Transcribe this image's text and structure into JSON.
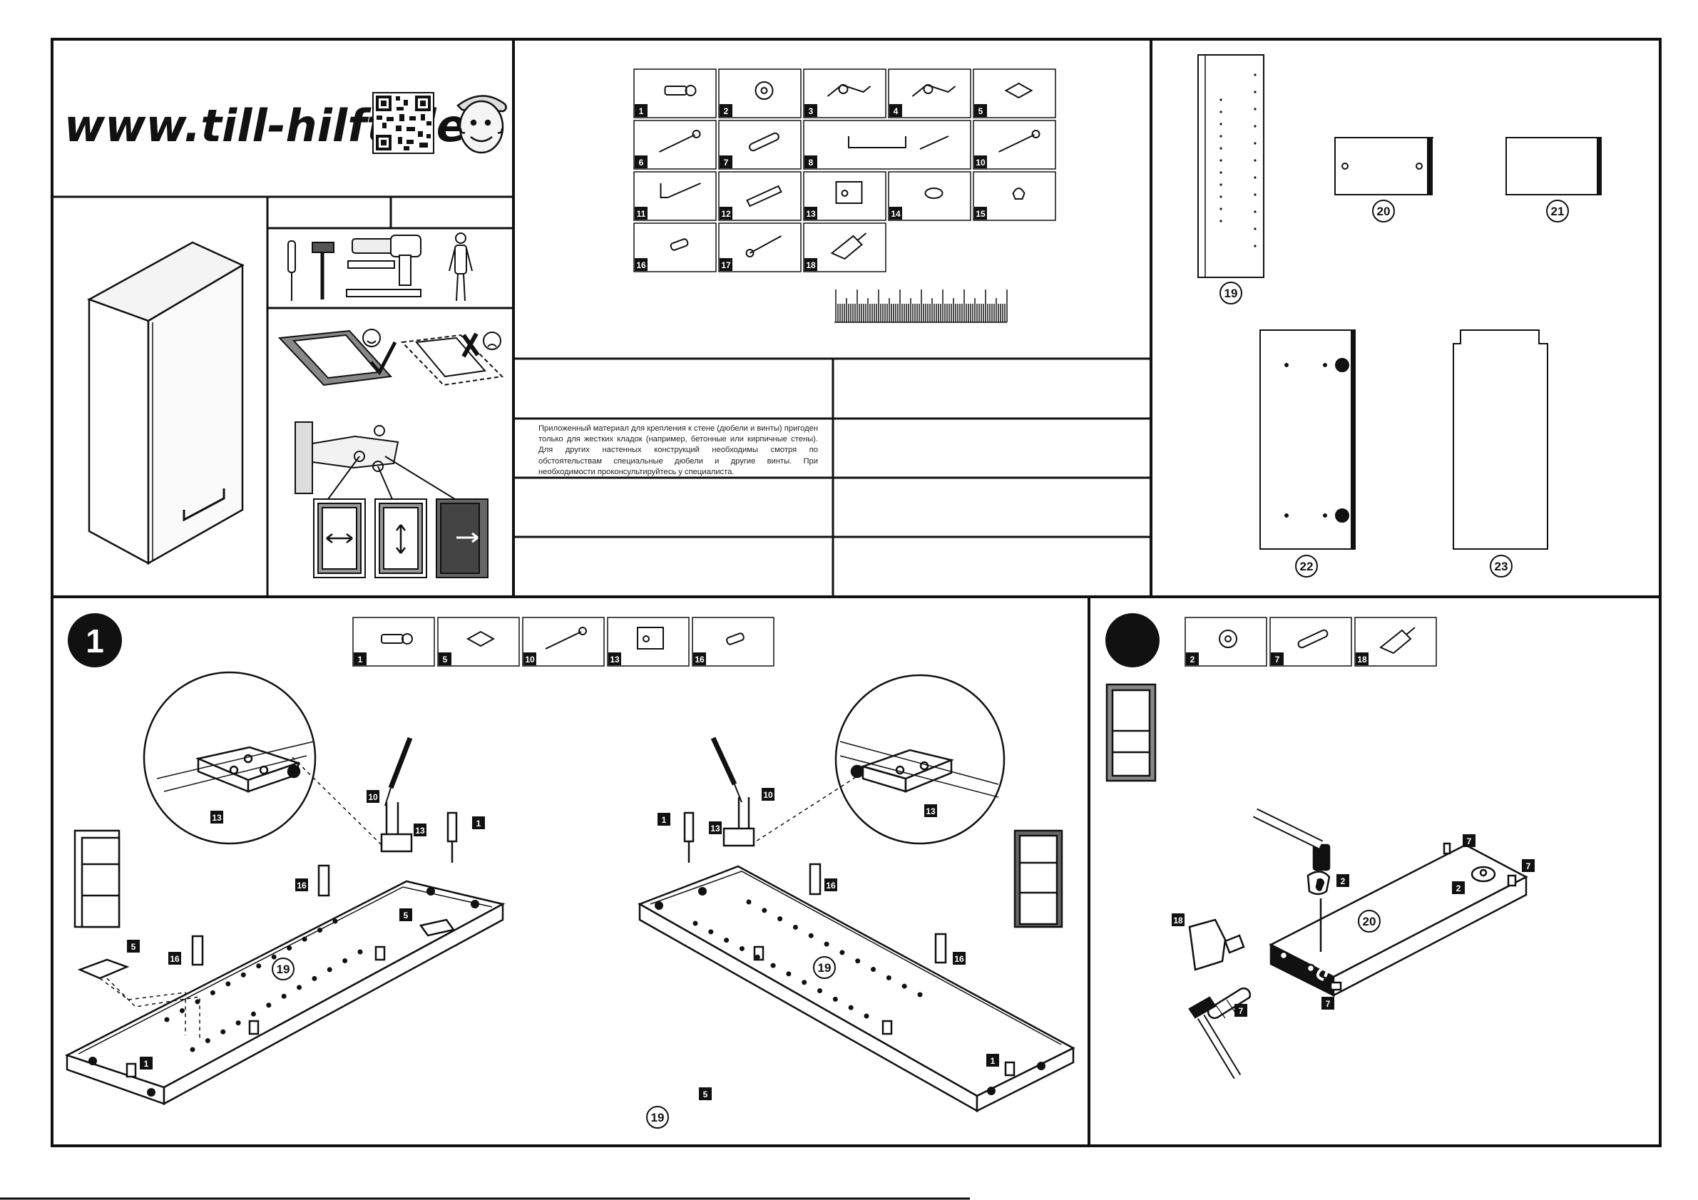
{
  "header": {
    "website": "www.till-hilft.de"
  },
  "disclaimer": {
    "text": "Приложенный материал для крепления к стене (дюбели и винты) пригоден только для жестких кладок (например, бетонные или кирпичные стены). Для других настенных конструкций необходимы смотря по обстоятельствам специальные дюбели и другие винты. При необходимости проконсультируйтесь у специалиста."
  },
  "parts_legend": [
    "1",
    "2",
    "3",
    "4",
    "5",
    "6",
    "7",
    "8",
    "10",
    "11",
    "12",
    "13",
    "14",
    "15",
    "16",
    "17",
    "18"
  ],
  "panels": [
    "19",
    "20",
    "21",
    "22",
    "23"
  ],
  "step1": {
    "number": "1",
    "parts": [
      "1",
      "5",
      "10",
      "13",
      "16"
    ],
    "labels": {
      "p13": "13",
      "p10": "10",
      "p1": "1",
      "p16": "16",
      "p5": "5",
      "p19": "19"
    }
  },
  "step2": {
    "parts": [
      "2",
      "7",
      "18"
    ],
    "labels": {
      "p7": "7",
      "p2": "2",
      "p18": "18",
      "p20": "20"
    }
  },
  "colors": {
    "ink": "#111111",
    "gray": "#777777",
    "light": "#cccccc"
  }
}
